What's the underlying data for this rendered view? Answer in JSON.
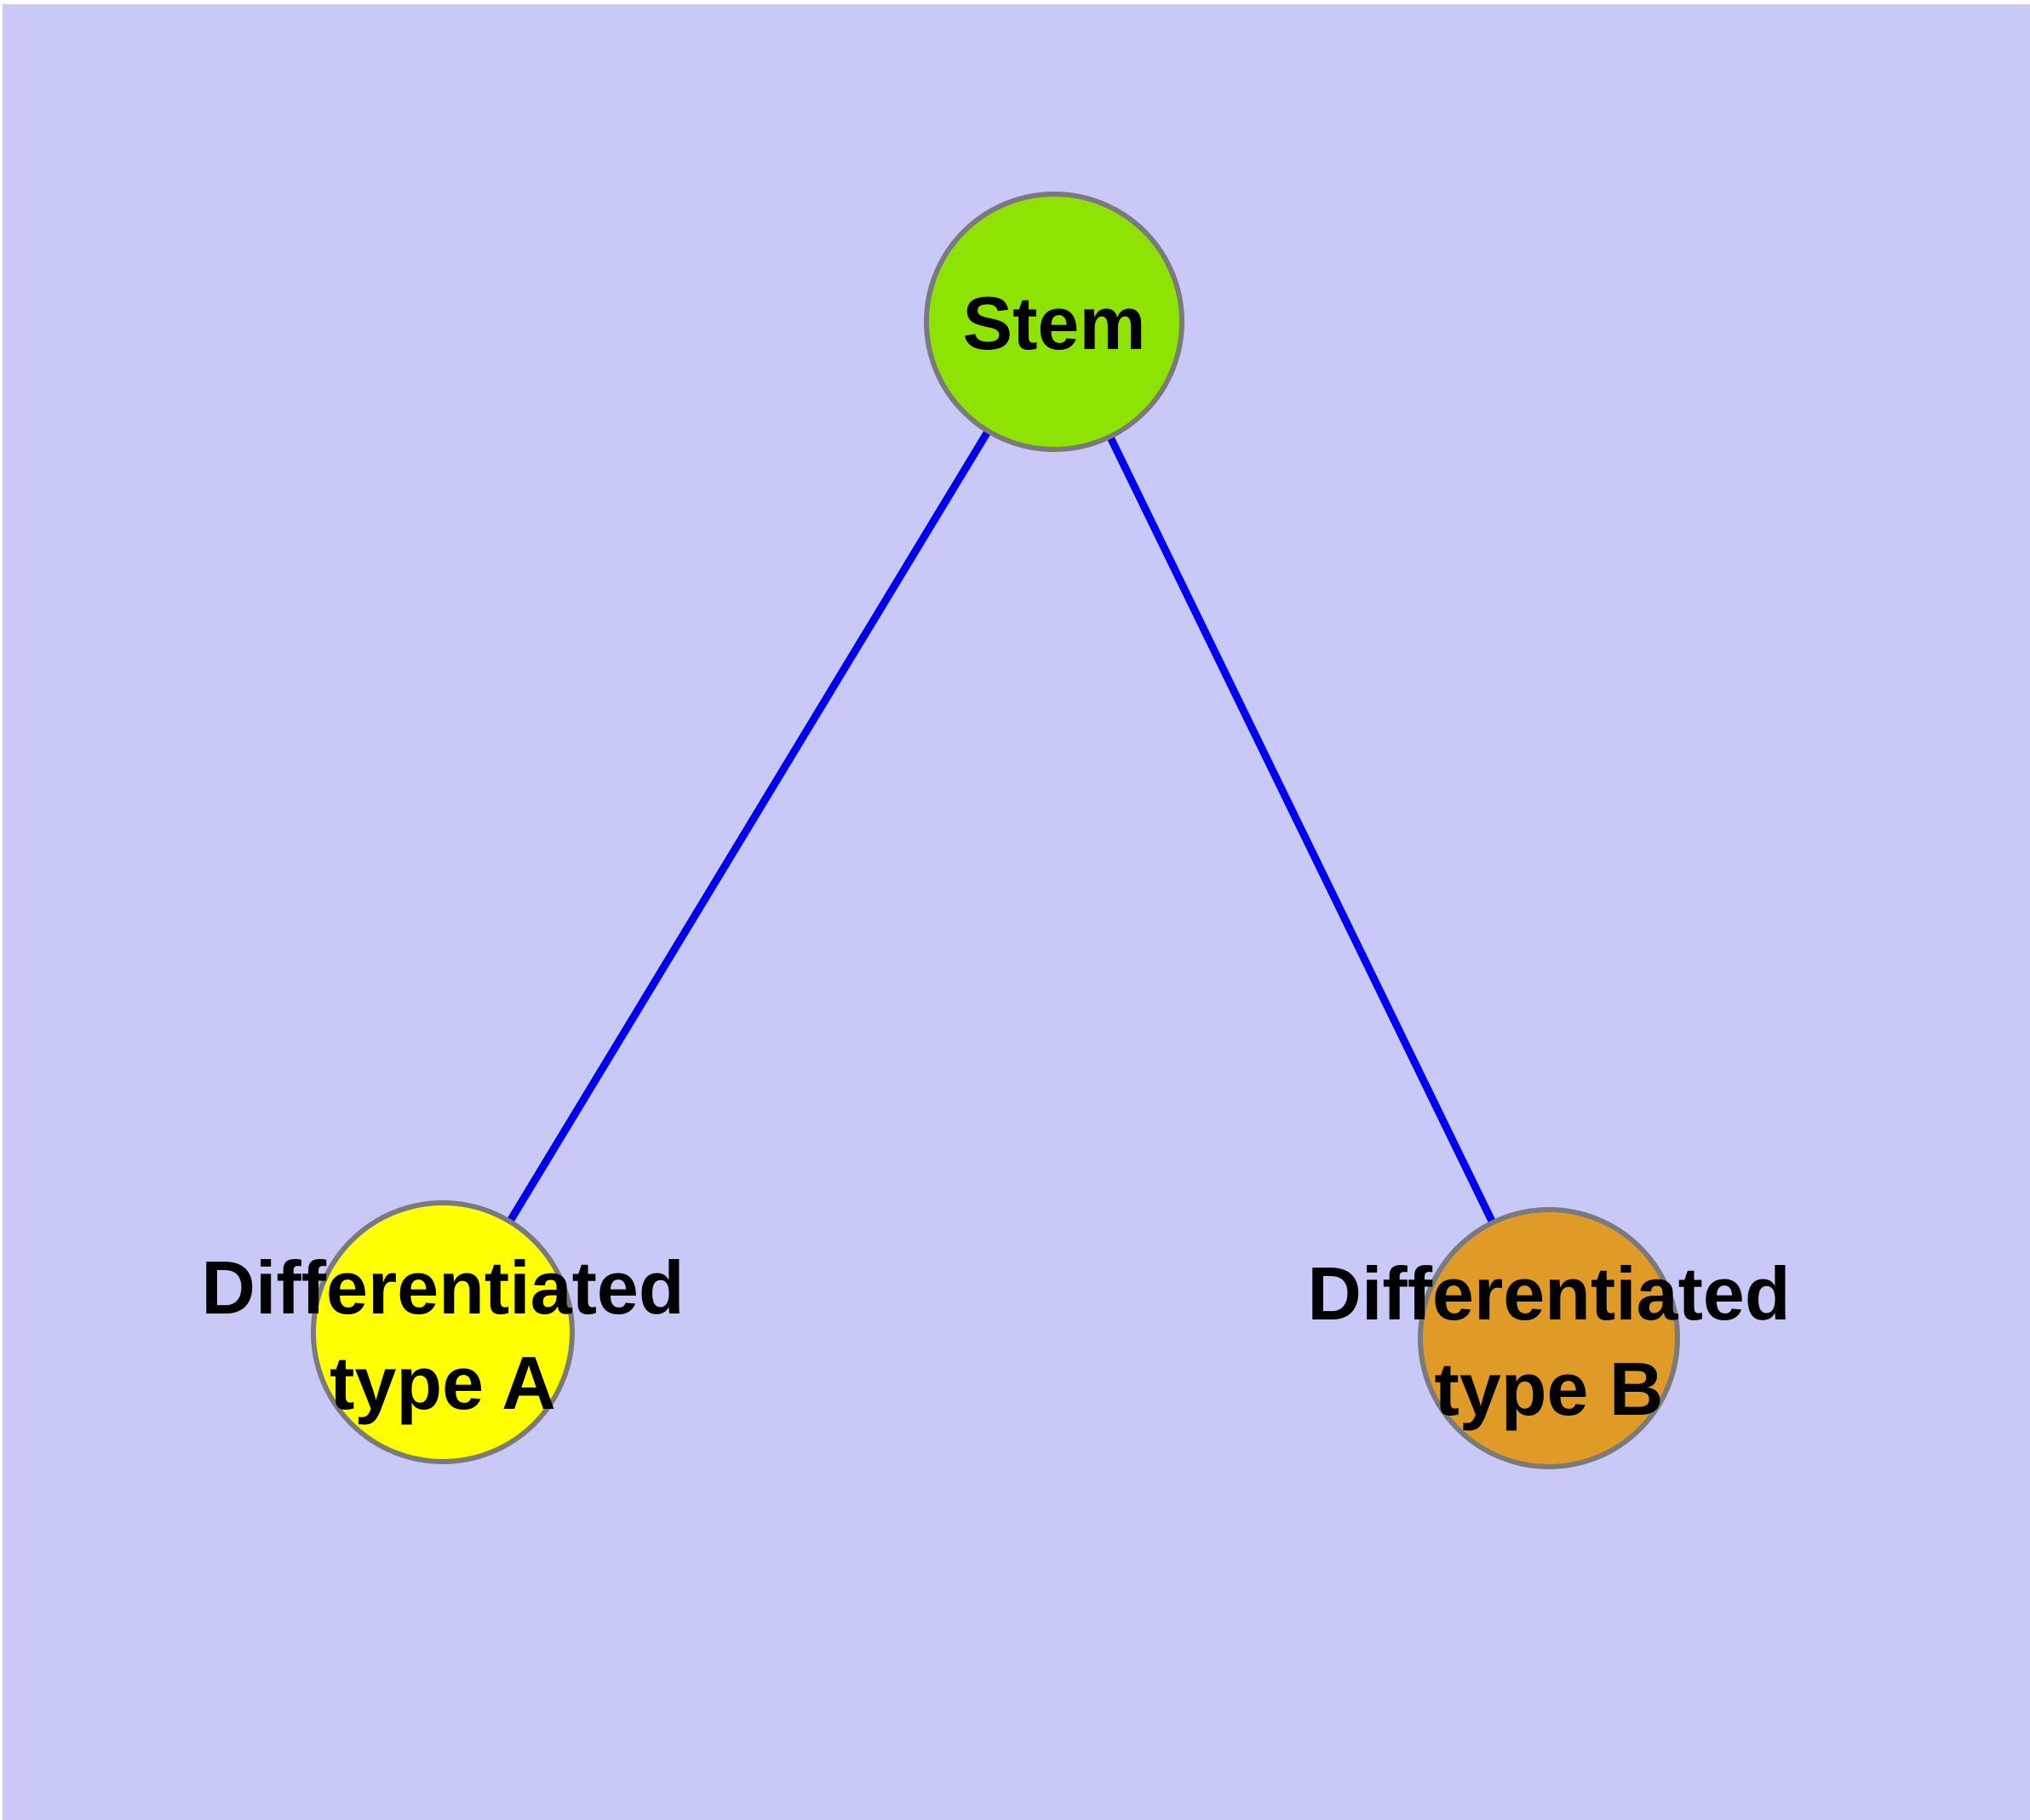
{
  "colors": {
    "page_margin": "#FFFFFF",
    "background": "#C9C9F8",
    "edge": "#0000EE",
    "node_border": "#7A7A7A",
    "label_text": "#000000"
  },
  "nodes": {
    "stem": {
      "label": "Stem",
      "fill": "#8FE303"
    },
    "type_a": {
      "label_line1": "Differentiated",
      "label_line2": "type A",
      "fill": "#FFFF00"
    },
    "type_b": {
      "label_line1": "Differentiated",
      "label_line2": "type B",
      "fill": "#E09A28"
    }
  },
  "edges": [
    {
      "from": "Stem",
      "to": "Differentiated type A"
    },
    {
      "from": "Stem",
      "to": "Differentiated type B"
    }
  ]
}
